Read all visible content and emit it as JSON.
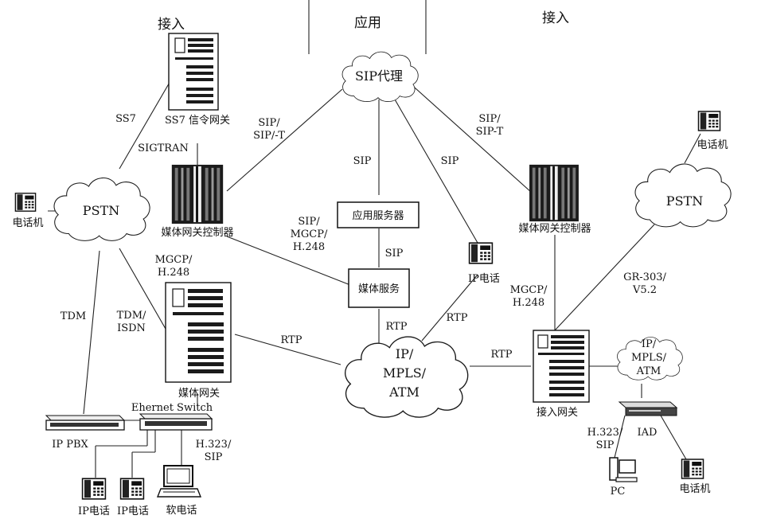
{
  "headers": {
    "left": "接入",
    "center": "应用",
    "right": "接入"
  },
  "clouds": {
    "sip_proxy": "SIP代理",
    "pstn_left": "PSTN",
    "pstn_right": "PSTN",
    "ip_core": [
      "IP/",
      "MPLS/",
      "ATM"
    ],
    "ip_small": [
      "IP/",
      "MPLS/",
      "ATM"
    ]
  },
  "devices": {
    "ss7_gateway": "SS7 信令网关",
    "mgc_left": "媒体网关控制器",
    "mgc_right": "媒体网关控制器",
    "media_gateway": "媒体网关",
    "access_gateway": "接入网关",
    "ip_pbx": "IP PBX",
    "ethernet_switch": "Ehernet Switch",
    "app_server": "应用服务器",
    "media_server": "媒体服务",
    "phone_left": "电话机",
    "phone_top_right": "电话机",
    "phone_bottom_right": "电话机",
    "ip_phone_mid": "IP电话",
    "ip_phone_1": "IP电话",
    "ip_phone_2": "IP电话",
    "soft_phone": "软电话",
    "pc": "PC",
    "iad": "IAD"
  },
  "links": {
    "ss7": "SS7",
    "sigtran": "SIGTRAN",
    "sip_sipt_left": [
      "SIP/",
      "SIP/-T"
    ],
    "sip_sipt_right": [
      "SIP/",
      "SIP-T"
    ],
    "sip_center": "SIP",
    "sip_right": "SIP",
    "sip_mgcp": [
      "SIP/",
      "MGCP/",
      "H.248"
    ],
    "sip_app_media": "SIP",
    "mgcp_left": [
      "MGCP/",
      "H.248"
    ],
    "mgcp_right": [
      "MGCP/",
      "H.248"
    ],
    "tdm": "TDM",
    "tdm_isdn": [
      "TDM/",
      "ISDN"
    ],
    "rtp_left": "RTP",
    "rtp_center": "RTP",
    "rtp_ipphone": "RTP",
    "rtp_right": "RTP",
    "gr303": [
      "GR-303/",
      "V5.2"
    ],
    "h323_left": [
      "H.323/",
      "SIP"
    ],
    "h323_right": [
      "H.323/",
      "SIP"
    ]
  }
}
